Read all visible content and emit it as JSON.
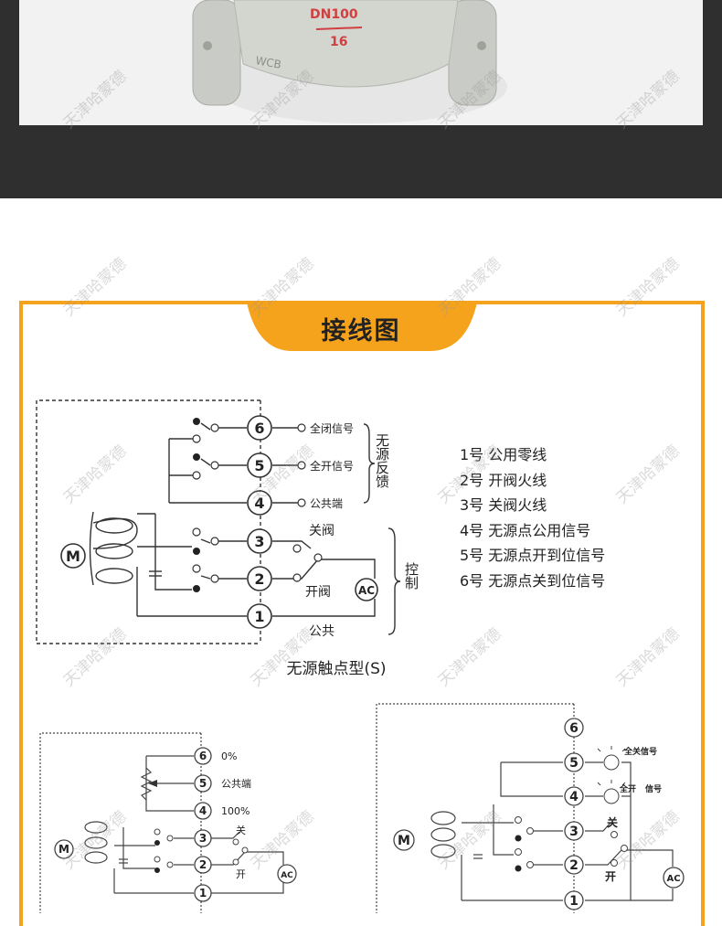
{
  "title": "接线图",
  "photo": {
    "dn_label": "DN100",
    "pn_label": "16",
    "material": "WCB"
  },
  "diagram_s": {
    "caption": "无源触点型(S)",
    "terminals": [
      "6",
      "5",
      "4",
      "3",
      "2",
      "1"
    ],
    "feedback": {
      "closed_signal": "全闭信号",
      "open_signal": "全开信号",
      "common": "公共端",
      "group_label": "无源反馈"
    },
    "control": {
      "close": "关阀",
      "open": "开阀",
      "common": "公共",
      "group_label": "控制",
      "ac": "AC"
    },
    "motor": "M"
  },
  "legend": [
    "1号  公用零线",
    "2号  开阀火线",
    "3号  关阀火线",
    "4号  无源点公用信号",
    "5号  无源点开到位信号",
    "6号  无源点关到位信号"
  ],
  "diagram_pot": {
    "terminals": [
      "6",
      "5",
      "4",
      "3",
      "2",
      "1"
    ],
    "pct_zero": "0%",
    "common": "公共端",
    "pct_full": "100%",
    "close": "关",
    "open": "开",
    "ac": "AC",
    "motor": "M"
  },
  "diagram_lamp": {
    "terminals": [
      "6",
      "5",
      "4",
      "3",
      "2",
      "1"
    ],
    "closed_signal": "全关信号",
    "open_signal_a": "全开",
    "open_signal_b": "信号",
    "close": "关",
    "open": "开",
    "ac": "AC",
    "motor": "M"
  },
  "watermark": "天津哈蒙德"
}
